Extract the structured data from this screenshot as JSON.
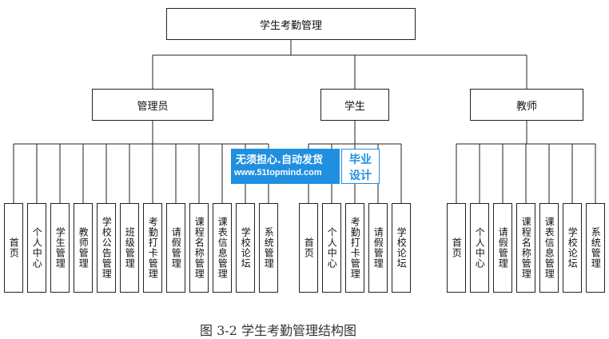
{
  "root": "学生考勤管理",
  "roles": [
    {
      "name": "管理员",
      "items": [
        "首页",
        "个人中心",
        "学生管理",
        "教师管理",
        "学校公告管理",
        "班级管理",
        "考勤打卡管理",
        "请假管理",
        "课程名称管理",
        "课表信息管理",
        "学校论坛",
        "系统管理"
      ]
    },
    {
      "name": "学生",
      "items": [
        "首页",
        "个人中心",
        "考勤打卡管理",
        "请假管理",
        "学校论坛"
      ]
    },
    {
      "name": "教师",
      "items": [
        "首页",
        "个人中心",
        "请假管理",
        "课程名称管理",
        "课表信息管理",
        "学校论坛",
        "系统管理"
      ]
    }
  ],
  "watermark": {
    "line1": "无须担心.自动发货",
    "line2": "www.51topmind.com",
    "right_top": "毕业",
    "right_bottom": "设计"
  },
  "caption": "图 3-2 学生考勤管理结构图"
}
